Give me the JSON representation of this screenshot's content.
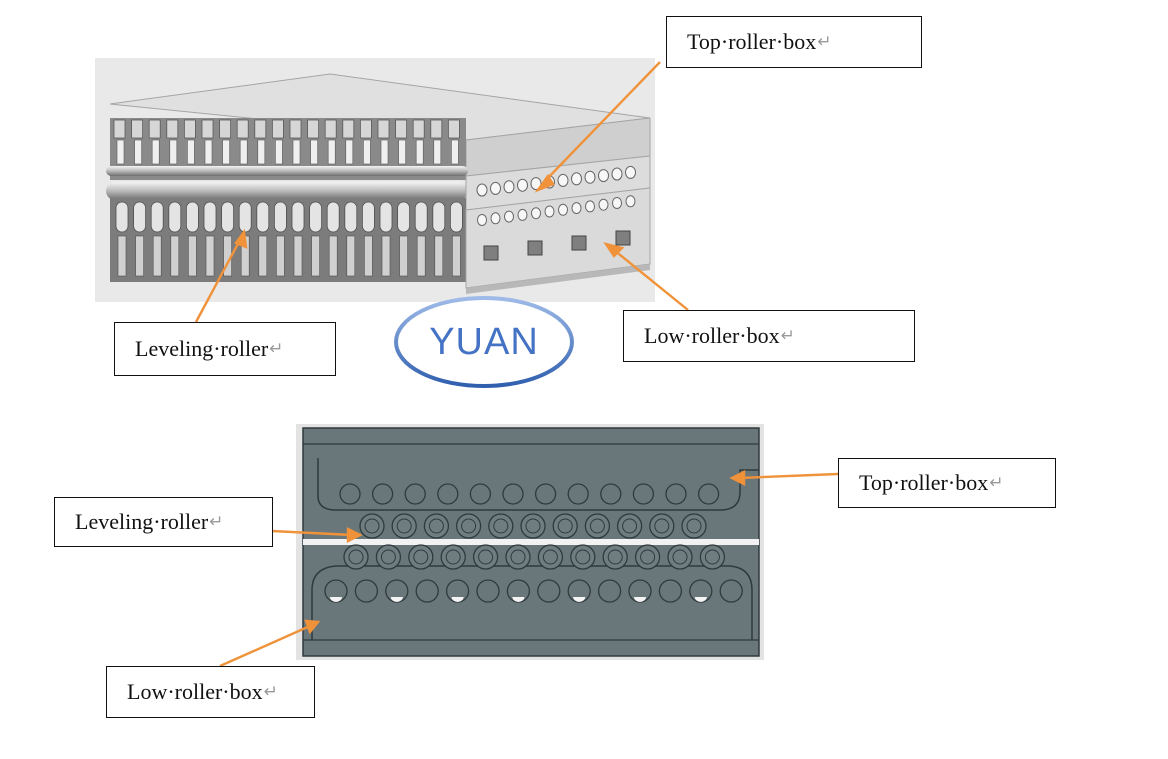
{
  "labels": {
    "top_roller_box_1": "Top·roller·box",
    "low_roller_box_1": "Low·roller·box",
    "leveling_roller_1": "Leveling·roller",
    "top_roller_box_2": "Top·roller·box",
    "leveling_roller_2": "Leveling·roller",
    "low_roller_box_2": "Low·roller·box",
    "return_mark": "↵"
  },
  "logo": {
    "text": "YUAN"
  },
  "colors": {
    "arrow": "#f0923a",
    "logo_ring": "#4472c4",
    "section_face": "#69777a",
    "section_edge": "#2f3a3d",
    "photo_bg": "#e9e9e9"
  },
  "icons": [
    "return-mark-icon",
    "arrow-icon"
  ]
}
